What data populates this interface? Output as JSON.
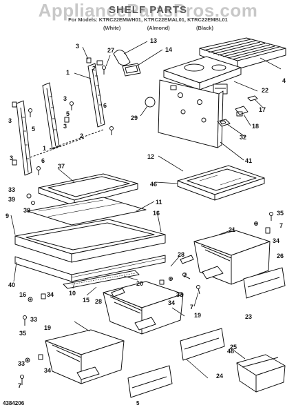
{
  "header": {
    "watermark": "AppliancePartsPros.com",
    "title": "SHELF PARTS",
    "models": "For Models: KTRC22EMWH01, KTRC22EMAL01, KTRC22EMBL01",
    "finishes": [
      "(White)",
      "(Almond)",
      "(Black)"
    ]
  },
  "footer": {
    "doc_number": "4384206",
    "page": "5"
  },
  "callouts": [
    {
      "id": "c13",
      "text": "13"
    },
    {
      "id": "c14",
      "text": "14"
    },
    {
      "id": "c27",
      "text": "27"
    },
    {
      "id": "c3a",
      "text": "3"
    },
    {
      "id": "c2a",
      "text": "2"
    },
    {
      "id": "c1",
      "text": "1"
    },
    {
      "id": "c3b",
      "text": "3"
    },
    {
      "id": "c5a",
      "text": "5"
    },
    {
      "id": "c6a",
      "text": "6"
    },
    {
      "id": "c3c",
      "text": "3"
    },
    {
      "id": "c2b",
      "text": "2"
    },
    {
      "id": "c3d",
      "text": "3"
    },
    {
      "id": "c5b",
      "text": "5"
    },
    {
      "id": "c1b",
      "text": "1"
    },
    {
      "id": "c4",
      "text": "4"
    },
    {
      "id": "c22",
      "text": "22"
    },
    {
      "id": "c17",
      "text": "17"
    },
    {
      "id": "c29",
      "text": "29"
    },
    {
      "id": "c18",
      "text": "18"
    },
    {
      "id": "c32",
      "text": "32"
    },
    {
      "id": "c12",
      "text": "12"
    },
    {
      "id": "c41",
      "text": "41"
    },
    {
      "id": "c3e",
      "text": "3"
    },
    {
      "id": "c6b",
      "text": "6"
    },
    {
      "id": "c37",
      "text": "37"
    },
    {
      "id": "c46",
      "text": "46"
    },
    {
      "id": "c33a",
      "text": "33"
    },
    {
      "id": "c39",
      "text": "39"
    },
    {
      "id": "c38",
      "text": "38"
    },
    {
      "id": "c11",
      "text": "11"
    },
    {
      "id": "c9",
      "text": "9"
    },
    {
      "id": "c16a",
      "text": "16"
    },
    {
      "id": "c21",
      "text": "21"
    },
    {
      "id": "c35a",
      "text": "35"
    },
    {
      "id": "c7a",
      "text": "7"
    },
    {
      "id": "c34a",
      "text": "34"
    },
    {
      "id": "c28a",
      "text": "28"
    },
    {
      "id": "c26",
      "text": "26"
    },
    {
      "id": "c40",
      "text": "40"
    },
    {
      "id": "c20",
      "text": "20"
    },
    {
      "id": "c7b",
      "text": "7"
    },
    {
      "id": "c33b",
      "text": "33"
    },
    {
      "id": "c16b",
      "text": "16"
    },
    {
      "id": "c34b",
      "text": "34"
    },
    {
      "id": "c10",
      "text": "10"
    },
    {
      "id": "c15",
      "text": "15"
    },
    {
      "id": "c28b",
      "text": "28"
    },
    {
      "id": "c34c",
      "text": "34"
    },
    {
      "id": "c33c",
      "text": "33"
    },
    {
      "id": "c7c",
      "text": "7"
    },
    {
      "id": "c23",
      "text": "23"
    },
    {
      "id": "c33d",
      "text": "33"
    },
    {
      "id": "c19a",
      "text": "19"
    },
    {
      "id": "c19b",
      "text": "19"
    },
    {
      "id": "c35b",
      "text": "35"
    },
    {
      "id": "c25",
      "text": "25"
    },
    {
      "id": "c48",
      "text": "48"
    },
    {
      "id": "c33e",
      "text": "33"
    },
    {
      "id": "c34d",
      "text": "34"
    },
    {
      "id": "c7d",
      "text": "7"
    },
    {
      "id": "c24",
      "text": "24"
    }
  ]
}
